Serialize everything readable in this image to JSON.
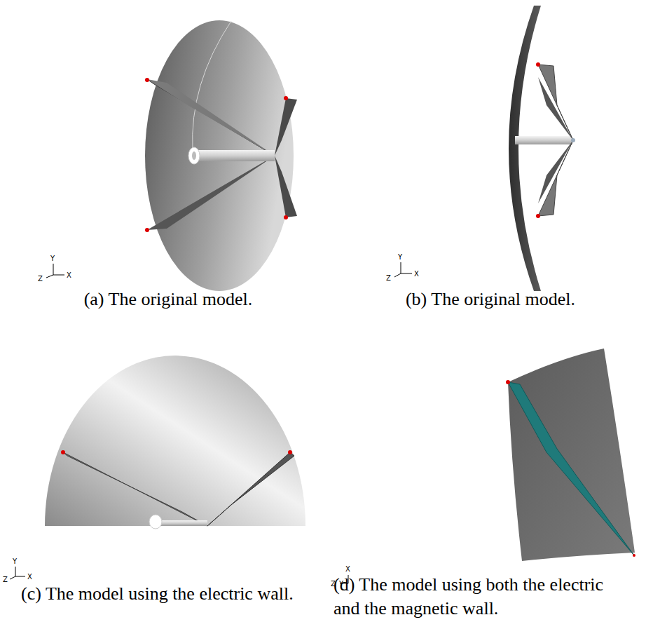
{
  "diagram": {
    "labels": [
      "(a) The original model.",
      "(b) The original model.",
      "(c) The model using the electric wall.",
      "(d) The model using both the electric and the magnetic wall.",
      "Y",
      "Z",
      "X",
      "Y",
      "Z",
      "X",
      "Y",
      "Z",
      "X",
      "X",
      "Z",
      "Y"
    ]
  }
}
